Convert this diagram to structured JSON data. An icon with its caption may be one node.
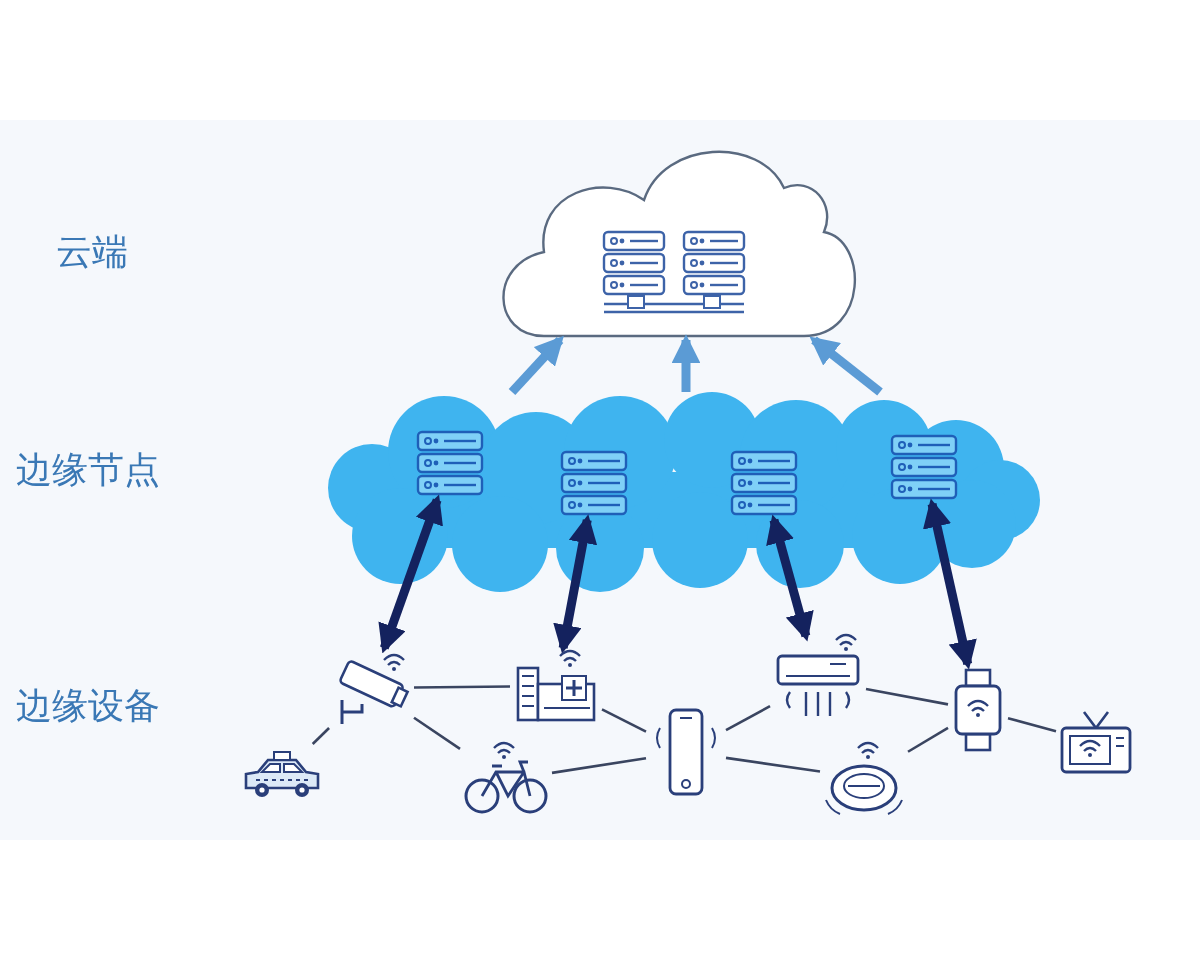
{
  "diagram": {
    "nodes": [
      {
        "text": [],
        "shape": "cloud"
      },
      {
        "text": [],
        "shape": "cloud"
      },
      {
        "text": [],
        "shape": "server",
        "in": 1
      },
      {
        "text": [],
        "shape": "server",
        "in": 1
      },
      {
        "text": [],
        "shape": "server",
        "in": 1
      },
      {
        "text": [],
        "shape": "server",
        "in": 1
      },
      {
        "text": [],
        "shape": "picture"
      },
      {
        "text": [],
        "shape": "picture"
      },
      {
        "text": [],
        "shape": "picture"
      },
      {
        "text": [],
        "shape": "picture"
      },
      {
        "text": [],
        "shape": "picture"
      },
      {
        "text": [],
        "shape": "picture"
      },
      {
        "text": [],
        "shape": "picture"
      },
      {
        "text": [],
        "shape": "picture"
      },
      {
        "text": [],
        "shape": "picture"
      }
    ],
    "edges": [
      {
        "from": 1,
        "to": 0,
        "arrow": "to",
        "style": "thick",
        "color": "#5b9bd5"
      },
      {
        "from": 1,
        "to": 0,
        "arrow": "to",
        "style": "thick",
        "color": "#5b9bd5"
      },
      {
        "from": 1,
        "to": 0,
        "arrow": "to",
        "style": "thick",
        "color": "#5b9bd5"
      },
      {
        "from": 2,
        "to": 6,
        "arrow": "both",
        "style": "thick",
        "color": "#14225e"
      },
      {
        "from": 3,
        "to": 8,
        "arrow": "both",
        "style": "thick",
        "color": "#14225e"
      },
      {
        "from": 4,
        "to": 11,
        "arrow": "both",
        "style": "thick",
        "color": "#14225e"
      },
      {
        "from": 5,
        "to": 13,
        "arrow": "both",
        "style": "thick",
        "color": "#14225e"
      },
      {
        "from": 6,
        "to": 7,
        "arrow": "none"
      },
      {
        "from": 6,
        "to": 8,
        "arrow": "none"
      },
      {
        "from": 6,
        "to": 9,
        "arrow": "none"
      },
      {
        "from": 8,
        "to": 10,
        "arrow": "none"
      },
      {
        "from": 9,
        "to": 10,
        "arrow": "none"
      },
      {
        "from": 10,
        "to": 11,
        "arrow": "none"
      },
      {
        "from": 10,
        "to": 12,
        "arrow": "none"
      },
      {
        "from": 11,
        "to": 13,
        "arrow": "none"
      },
      {
        "from": 12,
        "to": 13,
        "arrow": "none"
      },
      {
        "from": 13,
        "to": 14,
        "arrow": "none"
      }
    ],
    "labels": [
      "云端",
      "边缘节点",
      "边缘设备"
    ]
  }
}
